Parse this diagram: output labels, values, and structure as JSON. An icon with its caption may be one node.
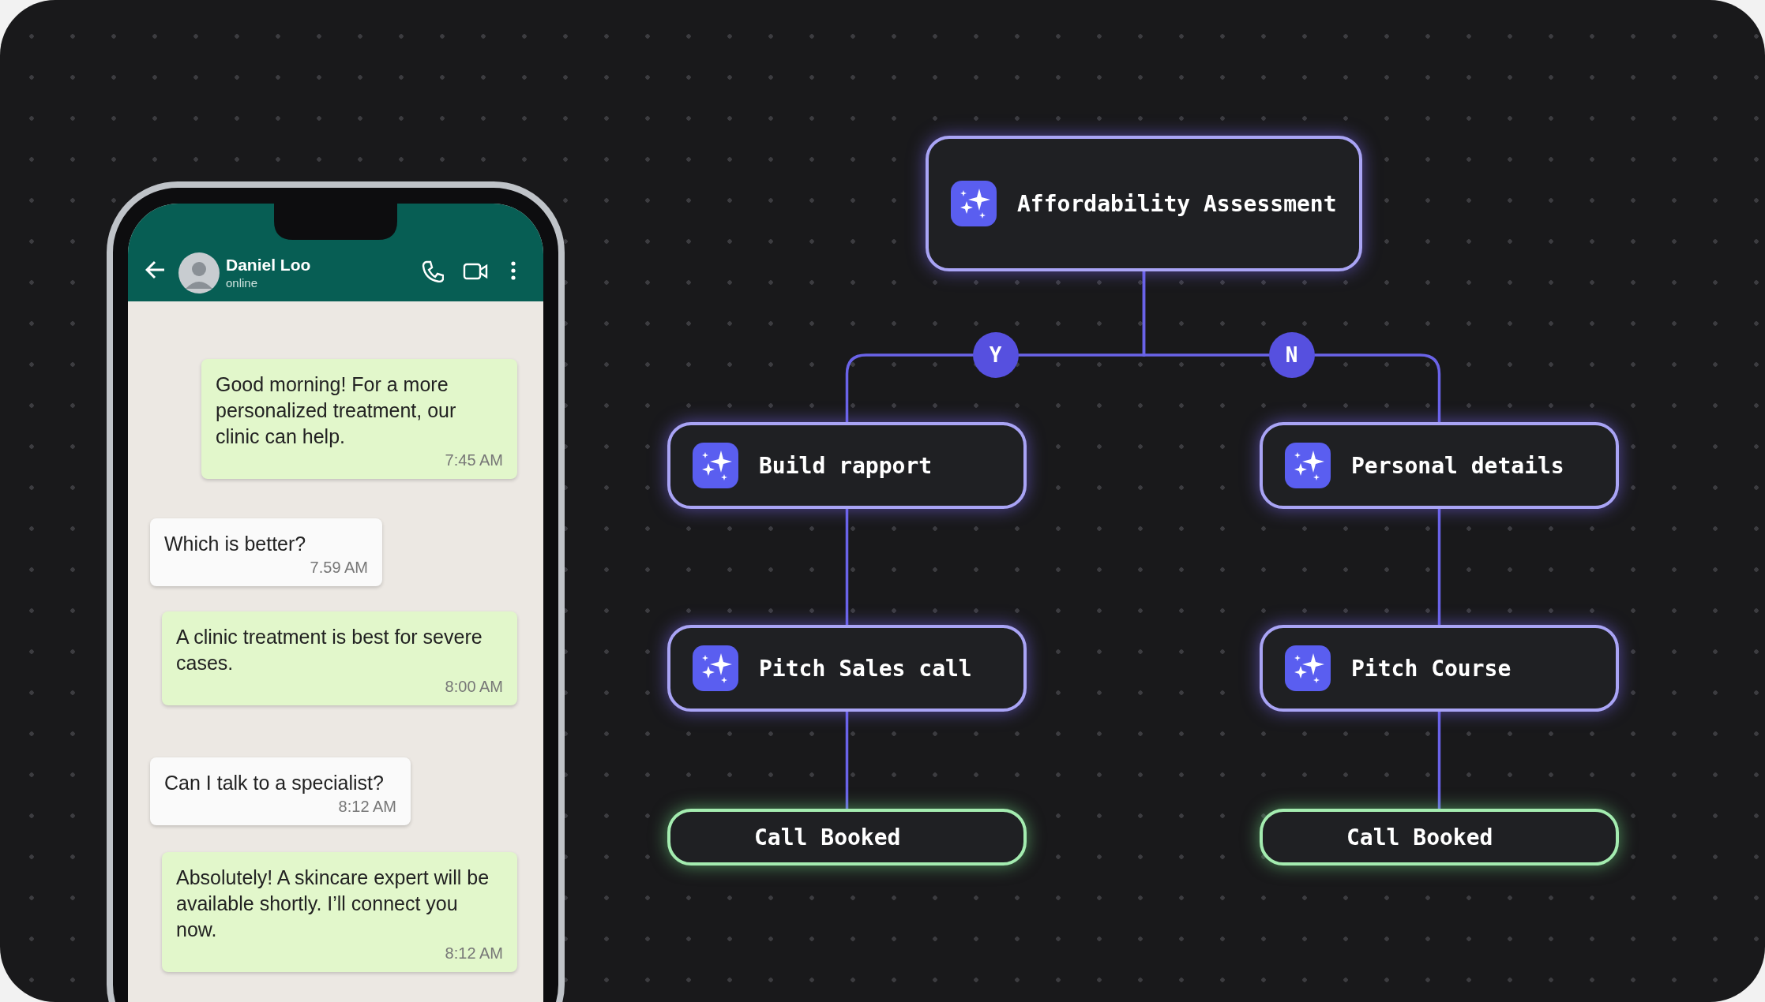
{
  "diagram": {
    "nodes": [
      {
        "text": [
          "Affordability Assessment"
        ]
      },
      {
        "text": [
          "Build rapport"
        ]
      },
      {
        "text": [
          "Personal details"
        ]
      },
      {
        "text": [
          "Pitch Sales call"
        ]
      },
      {
        "text": [
          "Pitch Course"
        ]
      },
      {
        "text": [
          "Call Booked"
        ]
      },
      {
        "text": [
          "Call Booked"
        ]
      }
    ],
    "edges": [
      {
        "from": 0,
        "to": 1,
        "arrow": "none",
        "label": "Y"
      },
      {
        "from": 0,
        "to": 2,
        "arrow": "none",
        "label": "N"
      },
      {
        "from": 1,
        "to": 3,
        "arrow": "none"
      },
      {
        "from": 3,
        "to": 5,
        "arrow": "none"
      },
      {
        "from": 2,
        "to": 4,
        "arrow": "none"
      },
      {
        "from": 4,
        "to": 6,
        "arrow": "none"
      }
    ],
    "labels": [
      "Daniel Loo",
      "online",
      "Good morning! For a more personalized treatment, our clinic can help.",
      "7:45 AM",
      "Which is better?",
      "7.59 AM",
      "A clinic treatment is best for severe cases.",
      "8:00 AM",
      "Can I talk to a specialist?",
      "8:12 AM",
      "Absolutely! A skincare expert will be available shortly. I’ll connect you now.",
      "8:12 AM"
    ]
  }
}
